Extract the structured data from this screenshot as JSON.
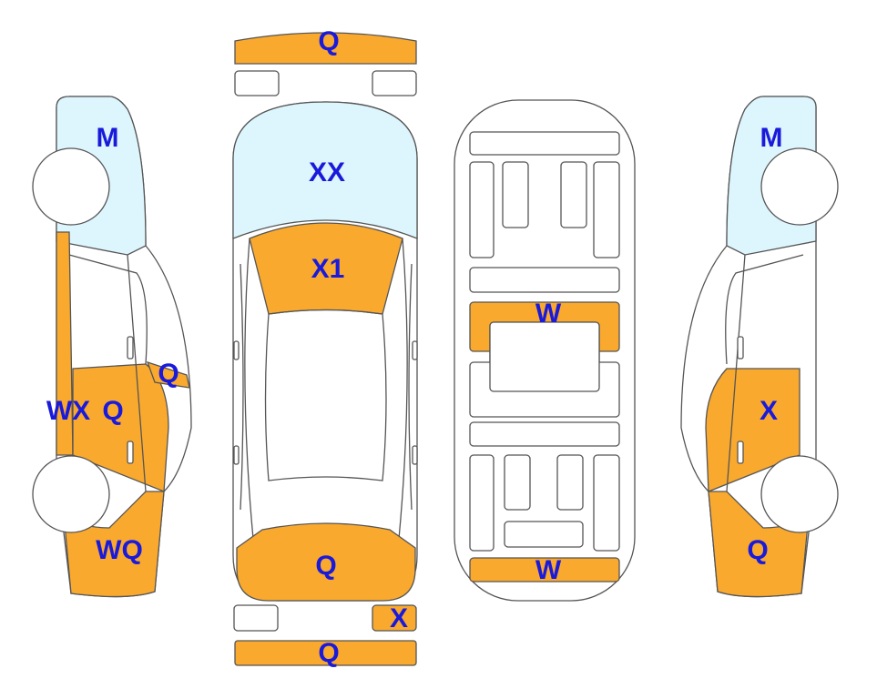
{
  "colors": {
    "damage_fill": "#F9A92E",
    "glass_fill": "#DDF5FD",
    "outline": "#555555",
    "label_text": "#1A1ADB"
  },
  "labels": {
    "front_bumper": "Q",
    "windshield": "XX",
    "hood": "X1",
    "trunk": "Q",
    "rear_plate_corner": "X",
    "rear_bumper": "Q",
    "underbody_front": "W",
    "underbody_rear": "W",
    "left_roof": "M",
    "left_mirror": "Q",
    "left_door_primary": "WX",
    "left_door_secondary": "Q",
    "left_rear_quarter": "WQ",
    "right_roof": "M",
    "right_door": "X",
    "right_rear_quarter": "Q"
  }
}
